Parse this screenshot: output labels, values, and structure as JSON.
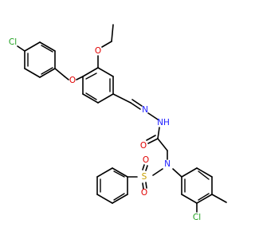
{
  "molecule": {
    "atom_labels": {
      "cl_top": "Cl",
      "o_ether_benzyl": "O",
      "o_ethoxy": "O",
      "n_imine": "N",
      "nh_hydrazide": "NH",
      "o_carbonyl": "O",
      "n_sulfonamide": "N",
      "s_sulfonyl": "S",
      "o_sulfonyl_1": "O",
      "o_sulfonyl_2": "O",
      "cl_bottom": "Cl"
    },
    "colors": {
      "bond": "#000000",
      "chlorine": "#1fa01f",
      "oxygen": "#e00000",
      "nitrogen": "#2020ff",
      "sulfur": "#c8a000"
    }
  }
}
